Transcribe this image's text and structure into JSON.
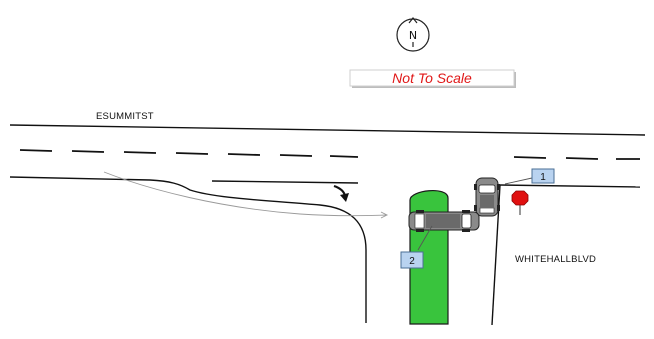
{
  "north_arrow": {
    "label": "N",
    "icon": "north-arrow-icon"
  },
  "scale_note": {
    "text": "Not To Scale",
    "color": "#e01818"
  },
  "streets": {
    "horizontal": "ESUMMITST",
    "vertical": "WHITEHALLBLVD"
  },
  "vehicles": [
    {
      "id": "1",
      "label": "1"
    },
    {
      "id": "2",
      "label": "2"
    }
  ],
  "colors": {
    "median": "#39c43d",
    "callout_fill": "#b9d3f0",
    "stop_sign": "#e01010",
    "vehicle_body": "#8a8a8a"
  }
}
